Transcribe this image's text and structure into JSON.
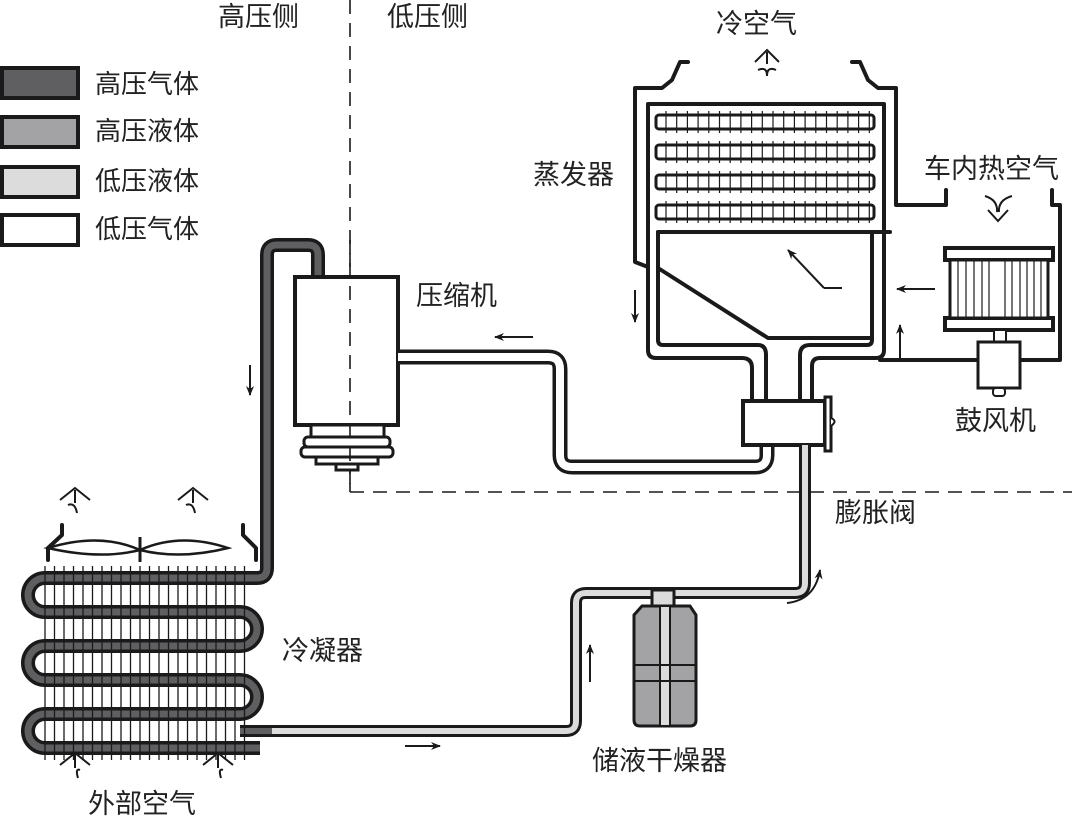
{
  "title": "汽车空调制冷系统示意图",
  "sides": {
    "high_pressure": "高压侧",
    "low_pressure": "低压侧"
  },
  "legend": [
    {
      "label": "高压气体",
      "color": "#5f5f62"
    },
    {
      "label": "高压液体",
      "color": "#a3a3a6"
    },
    {
      "label": "低压液体",
      "color": "#dcdcdc"
    },
    {
      "label": "低压气体",
      "color": "#ffffff"
    }
  ],
  "components": {
    "compressor": "压缩机",
    "evaporator": "蒸发器",
    "blower": "鼓风机",
    "expansion_valve": "膨胀阀",
    "condenser": "冷凝器",
    "receiver_drier": "储液干燥器"
  },
  "airflow": {
    "cold_air": "冷空气",
    "cabin_hot_air": "车内热空气",
    "outside_air": "外部空气"
  },
  "colors": {
    "high_gas": "#5f5f62",
    "high_liquid": "#a3a3a6",
    "low_liquid": "#dcdcdc",
    "low_gas": "#ffffff",
    "outline": "#1a1a1a"
  }
}
